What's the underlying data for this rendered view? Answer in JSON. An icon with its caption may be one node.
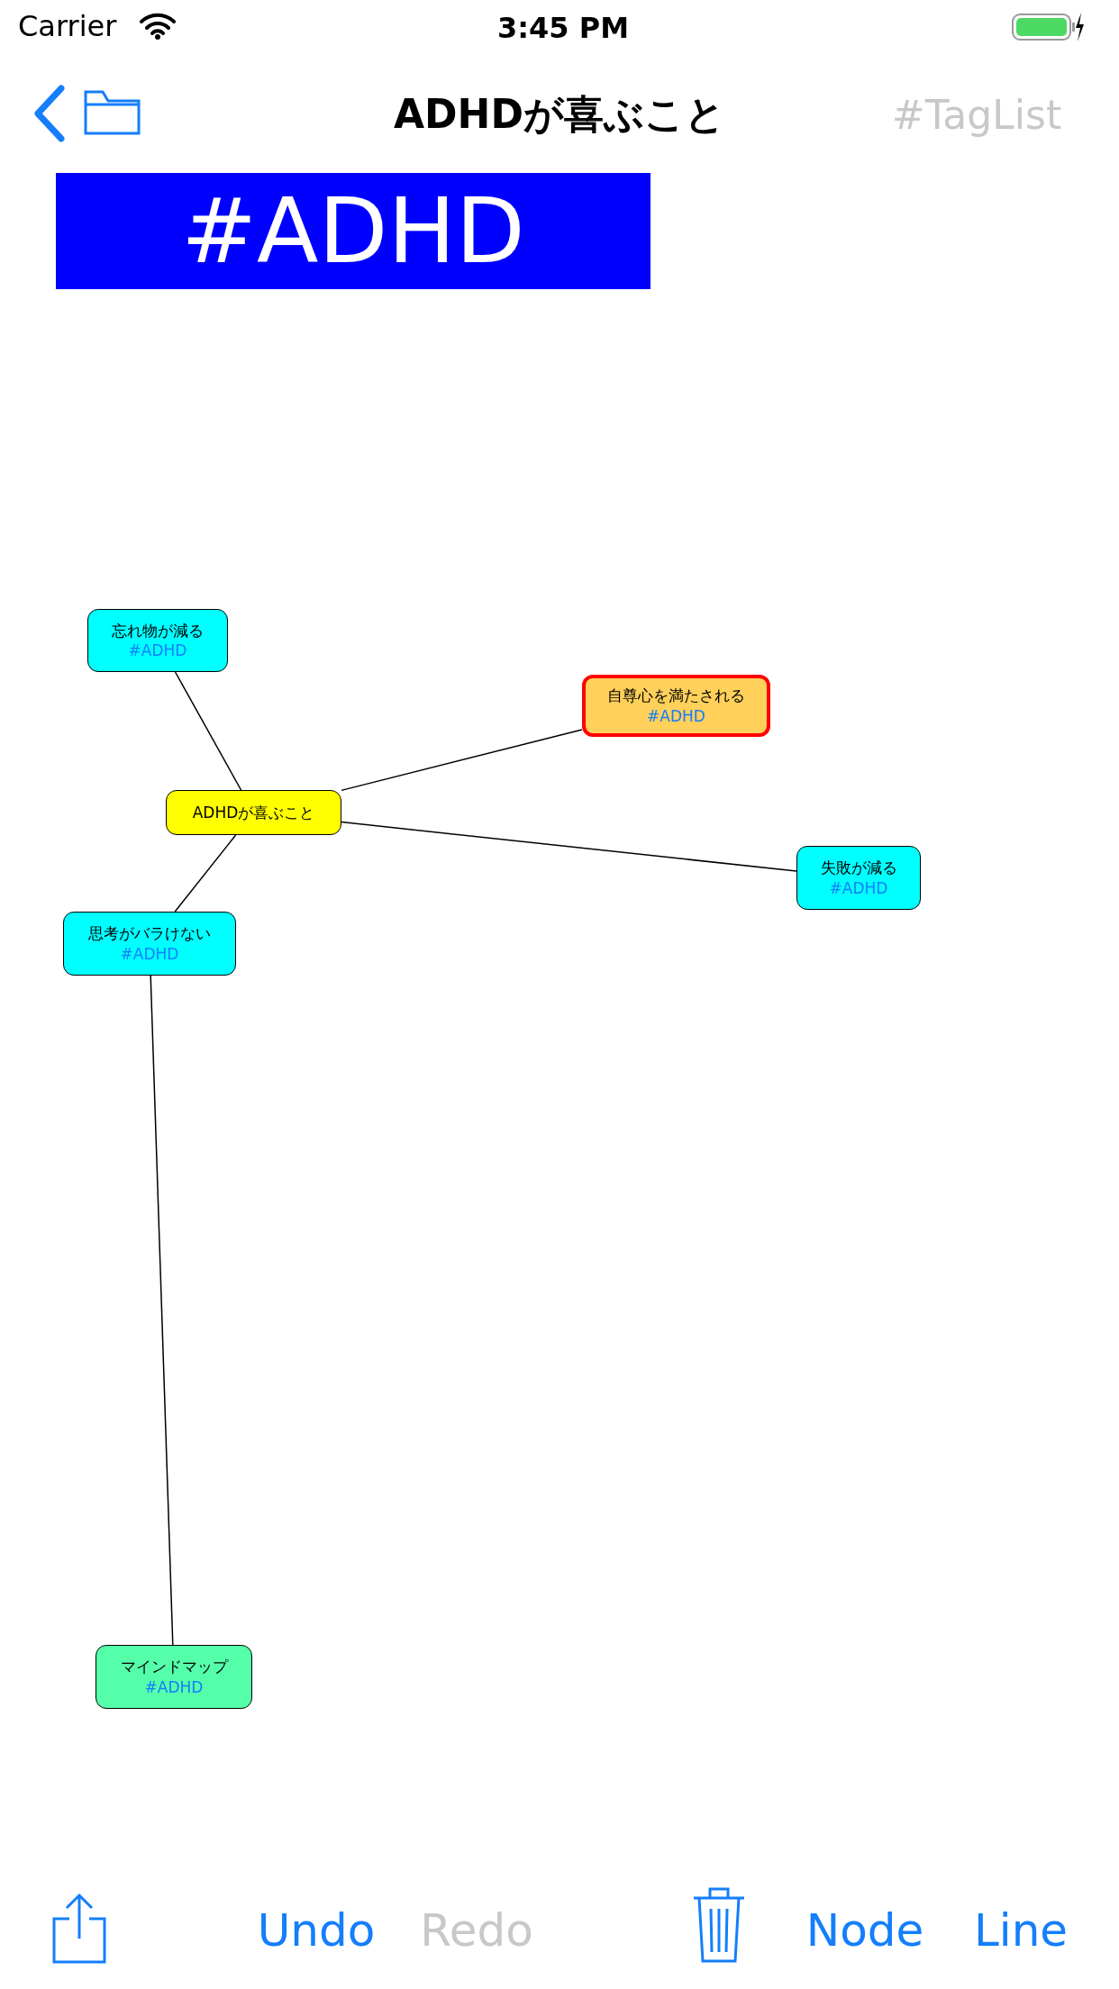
{
  "diagram": {
    "title": "ADHDが喜ぶこと",
    "nodes": [
      {
        "text": [
          "#ADHD"
        ]
      },
      {
        "text": [
          "忘れ物が減る",
          "#ADHD"
        ]
      },
      {
        "text": [
          "自尊心を満たされる",
          "#ADHD"
        ]
      },
      {
        "text": [
          "ADHDが喜ぶこと"
        ]
      },
      {
        "text": [
          "失敗が減る",
          "#ADHD"
        ]
      },
      {
        "text": [
          "思考がバラけない",
          "#ADHD"
        ]
      },
      {
        "text": [
          "マインドマップ",
          "#ADHD"
        ]
      }
    ],
    "edges": [
      {
        "from": 3,
        "to": 1,
        "arrow": "none"
      },
      {
        "from": 3,
        "to": 2,
        "arrow": "none"
      },
      {
        "from": 3,
        "to": 4,
        "arrow": "none"
      },
      {
        "from": 3,
        "to": 5,
        "arrow": "none"
      },
      {
        "from": 5,
        "to": 6,
        "arrow": "none"
      }
    ],
    "labels": [
      "Carrier",
      "3:45 PM",
      "#TagList",
      "Undo",
      "Redo",
      "Node",
      "Line"
    ]
  }
}
